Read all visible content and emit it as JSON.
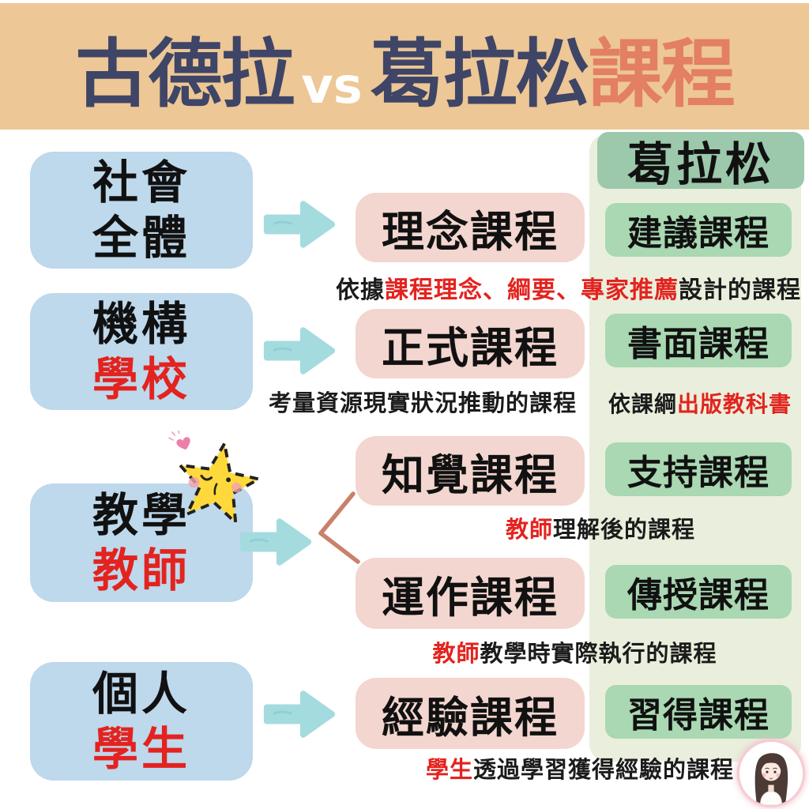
{
  "title": {
    "goodlad": "古德拉",
    "vs": "vs",
    "glatthorn": "葛拉松",
    "suffix": "課程"
  },
  "right_header": "葛拉松",
  "left_boxes": [
    {
      "line1": "社會",
      "line2": "全體"
    },
    {
      "line1": "機構",
      "line2": "學校"
    },
    {
      "line1": "教學",
      "line2": "教師"
    },
    {
      "line1": "個人",
      "line2": "學生"
    }
  ],
  "goodlad_boxes": [
    "理念課程",
    "正式課程",
    "知覺課程",
    "運作課程",
    "經驗課程"
  ],
  "glatthorn_boxes": [
    "建議課程",
    "書面課程",
    "支持課程",
    "傳授課程",
    "習得課程"
  ],
  "captions": [
    {
      "pre": "依據",
      "highlight": "課程理念、綱要、專家推薦",
      "post": "設計的課程"
    },
    {
      "pre": "考量資源現實狀況推動的課程",
      "highlight": "",
      "post": ""
    },
    {
      "pre": "依課綱",
      "highlight": "出版教科書",
      "post": ""
    },
    {
      "pre": "",
      "highlight": "教師",
      "post": "理解後的課程"
    },
    {
      "pre": "",
      "highlight": "教師",
      "post": "教學時實際執行的課程"
    },
    {
      "pre": "",
      "highlight": "學生",
      "post": "透過學習獲得經驗的課程"
    }
  ],
  "colors": {
    "banner_bg": "#edc795",
    "title_dark": "#3f4566",
    "title_accent": "#e37f63",
    "blue_box": "#bed8ec",
    "pink_box": "#f3d6cf",
    "green_strip": "#e9efdc",
    "green_header": "#9cc8ac",
    "green_box": "#a9d8b2",
    "arrow_teal": "#a4dbdf",
    "branch_line": "#c9816b",
    "highlight_red": "#e3231f"
  },
  "icons": {
    "arrow-right-icon": "hand-drawn teal right arrow",
    "star-sticker": "winking yellow star with dashed outline and heart",
    "branch-lines": "salmon fork connecting one arrow to two boxes",
    "avatar-woman": "illustrated woman with long dark hair in pink-ringed circle"
  }
}
